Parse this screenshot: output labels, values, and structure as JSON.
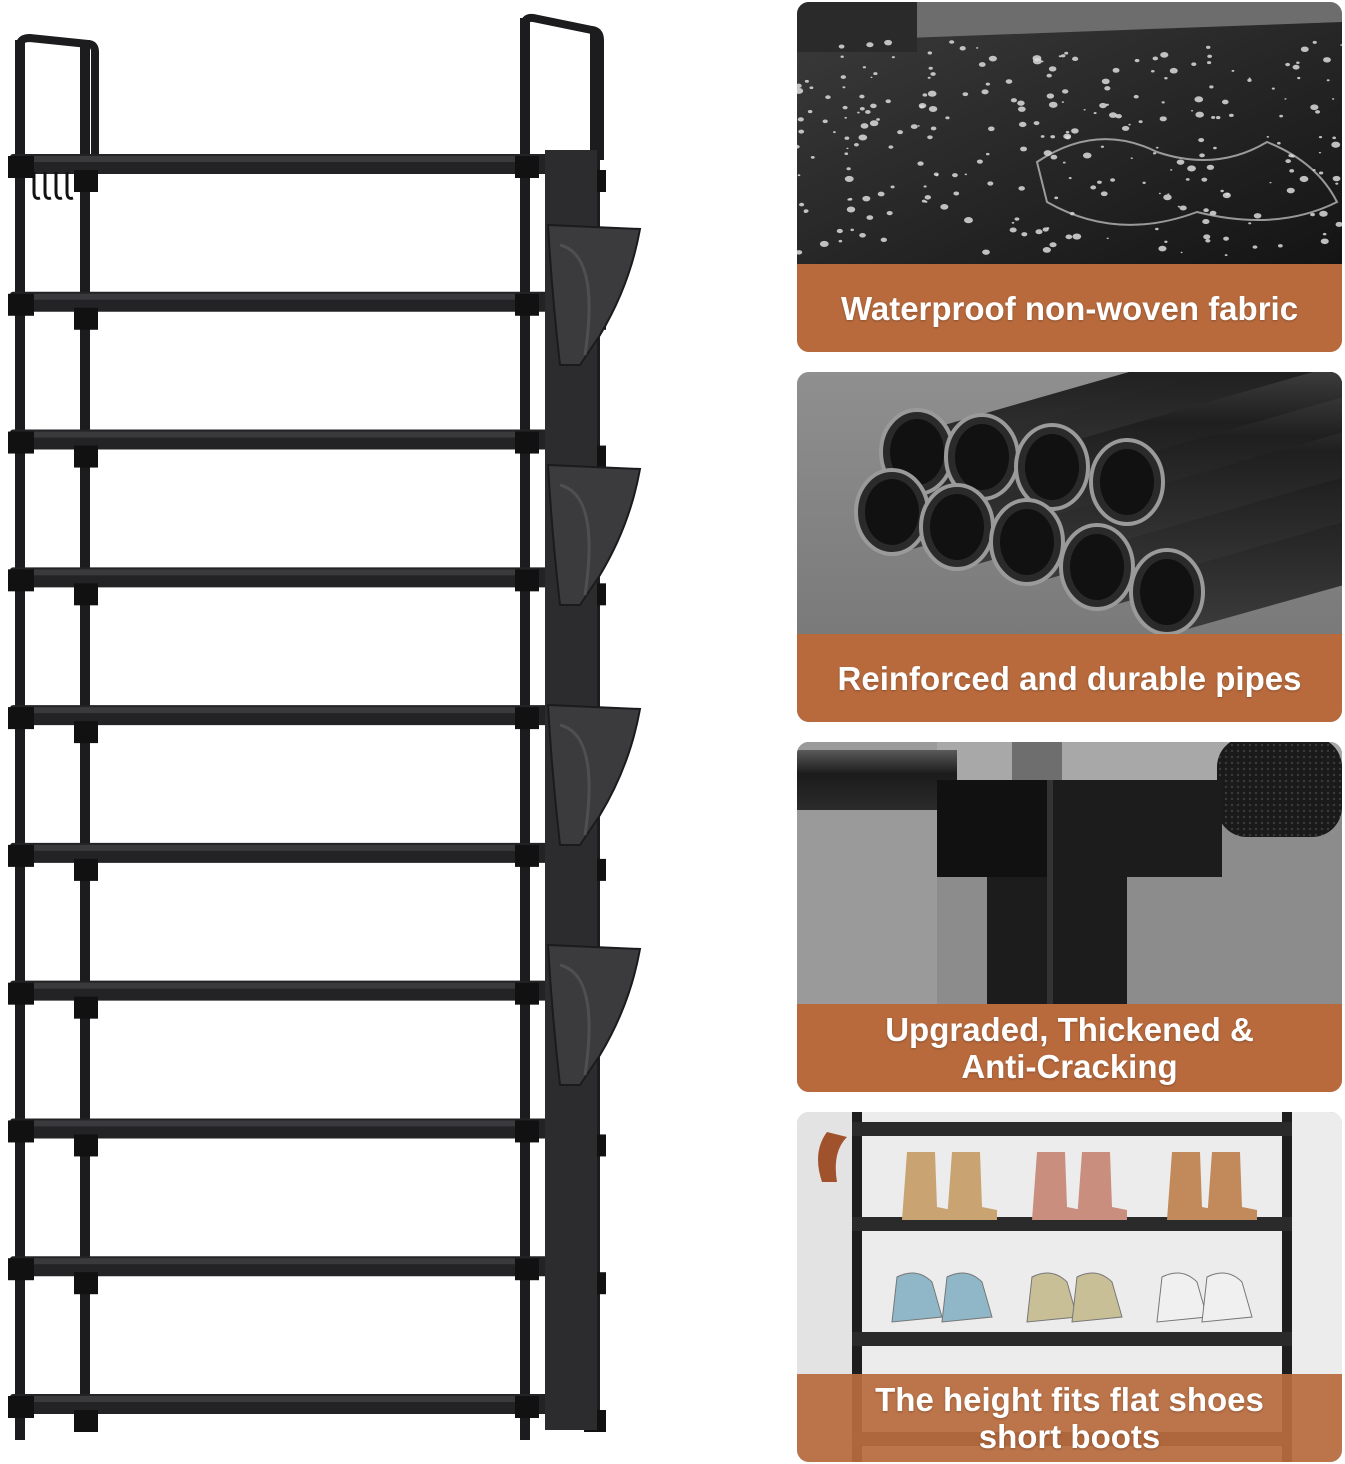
{
  "product_image": {
    "icon": "shoe-rack-product-photo",
    "tiers": 10,
    "side_pockets": 4,
    "frame_color": "#1c1c1e"
  },
  "features": [
    {
      "icon": "water-droplets-fabric-icon",
      "caption": [
        "Waterproof non-woven fabric"
      ]
    },
    {
      "icon": "steel-pipes-icon",
      "caption": [
        "Reinforced and durable pipes"
      ]
    },
    {
      "icon": "connector-joint-icon",
      "caption": [
        "Upgraded, Thickened &",
        "Anti-Cracking"
      ]
    },
    {
      "icon": "shoes-on-rack-icon",
      "caption": [
        "The height fits flat shoes",
        "short boots"
      ]
    }
  ],
  "colors": {
    "caption_bg": "#b86a3d",
    "frame": "#1c1c1e",
    "panel_bg": "#9a9a9a"
  }
}
